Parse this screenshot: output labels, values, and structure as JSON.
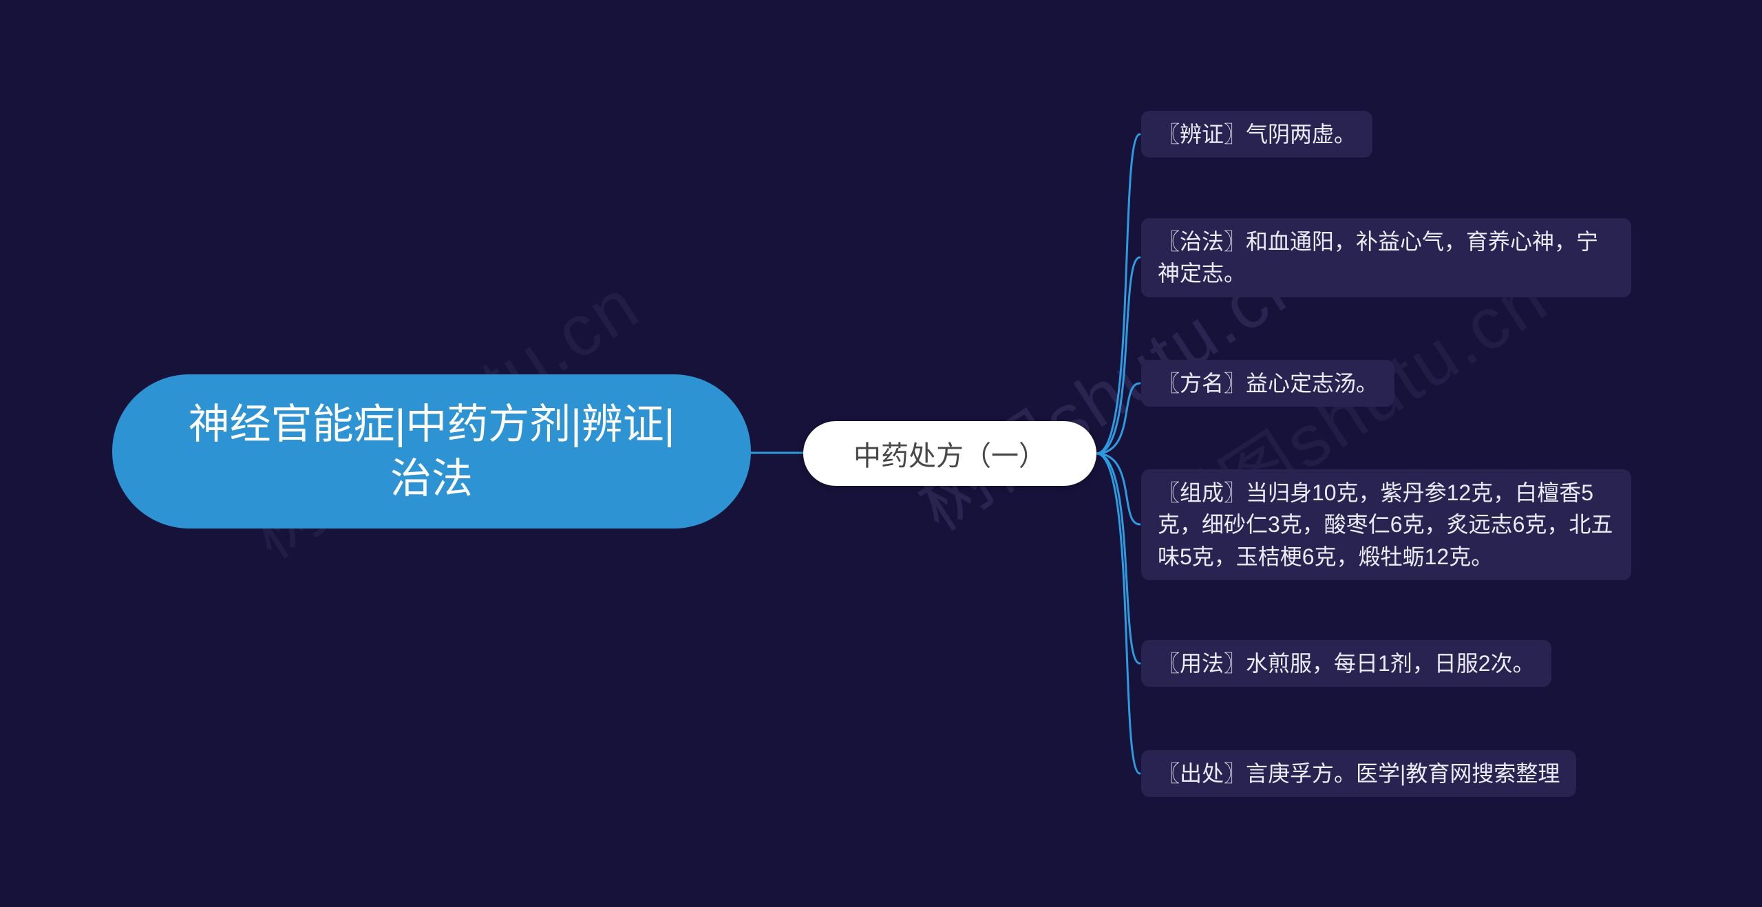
{
  "colors": {
    "background": "#16123A",
    "root_bg": "#2E93D2",
    "root_text": "#FFFFFF",
    "pill_bg": "#FFFFFF",
    "pill_text": "#474747",
    "node_bg": "#282350",
    "node_text": "#ECEAF6",
    "connector": "#2D9BE0",
    "watermark": "#6E69A0"
  },
  "watermark": {
    "text": "树图shutu.cn"
  },
  "mindmap": {
    "root": {
      "label": "神经官能症|中药方剂|辨证|治法"
    },
    "center": {
      "label": "中药处方（一）"
    },
    "branches": [
      {
        "label": "〖辨证〗气阴两虚。"
      },
      {
        "label": "〖治法〗和血通阳，补益心气，育养心神，宁神定志。"
      },
      {
        "label": "〖方名〗益心定志汤。"
      },
      {
        "label": "〖组成〗当归身10克，紫丹参12克，白檀香5克，细砂仁3克，酸枣仁6克，炙远志6克，北五味5克，玉桔梗6克，煅牡蛎12克。"
      },
      {
        "label": "〖用法〗水煎服，每日1剂，日服2次。"
      },
      {
        "label": "〖出处〗言庚孚方。医学|教育网搜索整理"
      }
    ]
  }
}
